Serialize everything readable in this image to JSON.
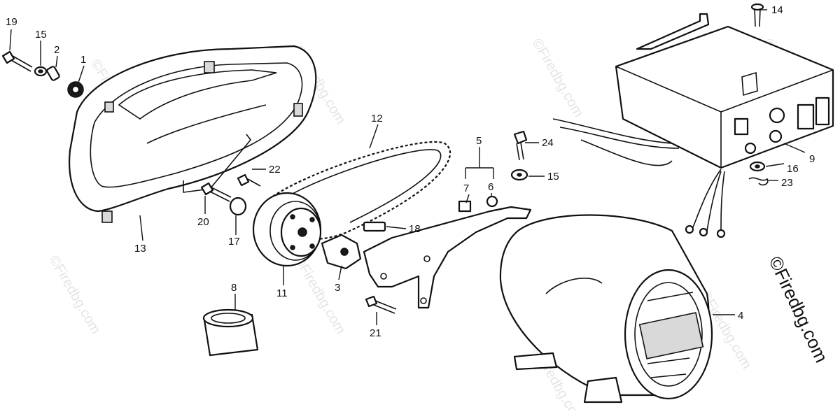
{
  "callouts": [
    "1",
    "2",
    "3",
    "4",
    "5",
    "6",
    "7",
    "8",
    "9",
    "11",
    "12",
    "13",
    "14",
    "15",
    "16",
    "16",
    "17",
    "18",
    "19",
    "20",
    "21",
    "22",
    "23",
    "24"
  ],
  "watermark": "©Firedbg.com",
  "watermark_short": "©Firedbg.com",
  "watermark_side": "©Firedbg.com"
}
